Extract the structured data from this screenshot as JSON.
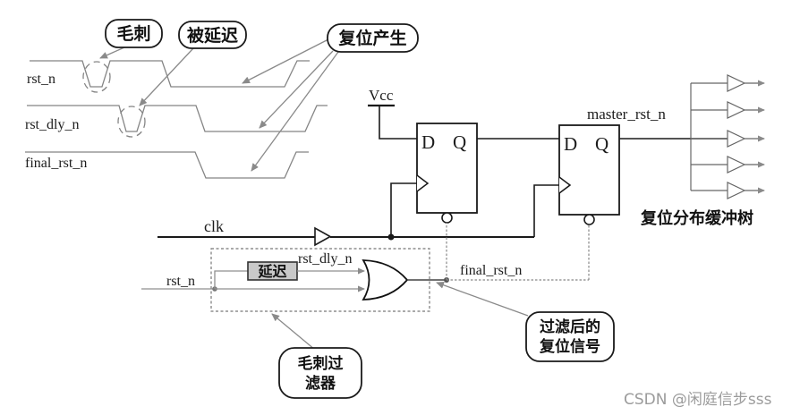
{
  "waveforms": {
    "labels": [
      "rst_n",
      "rst_dly_n",
      "final_rst_n"
    ]
  },
  "callouts": {
    "glitch": "毛刺",
    "delayed": "被延迟",
    "reset_generated": "复位产生",
    "glitch_filter": [
      "毛刺过",
      "滤器"
    ],
    "filtered_reset": [
      "过滤后的",
      "复位信号"
    ],
    "buffer_tree": "复位分布缓冲树"
  },
  "circuit": {
    "vcc": "Vcc",
    "clk": "clk",
    "rst_in": "rst_n",
    "delay": "延迟",
    "rst_dly": "rst_dly_n",
    "final_rst": "final_rst_n",
    "master_rst": "master_rst_n",
    "dff": {
      "d": "D",
      "q": "Q"
    }
  },
  "watermark": "CSDN @闲庭信步sss",
  "colors": {
    "circuit_line": "#1a1a1a",
    "waveform_line": "#858585",
    "annotation_line": "#8a8a8a",
    "delay_box_fill": "#c9c9c9",
    "watermark_text": "#9b9b9b",
    "background": "#ffffff"
  }
}
